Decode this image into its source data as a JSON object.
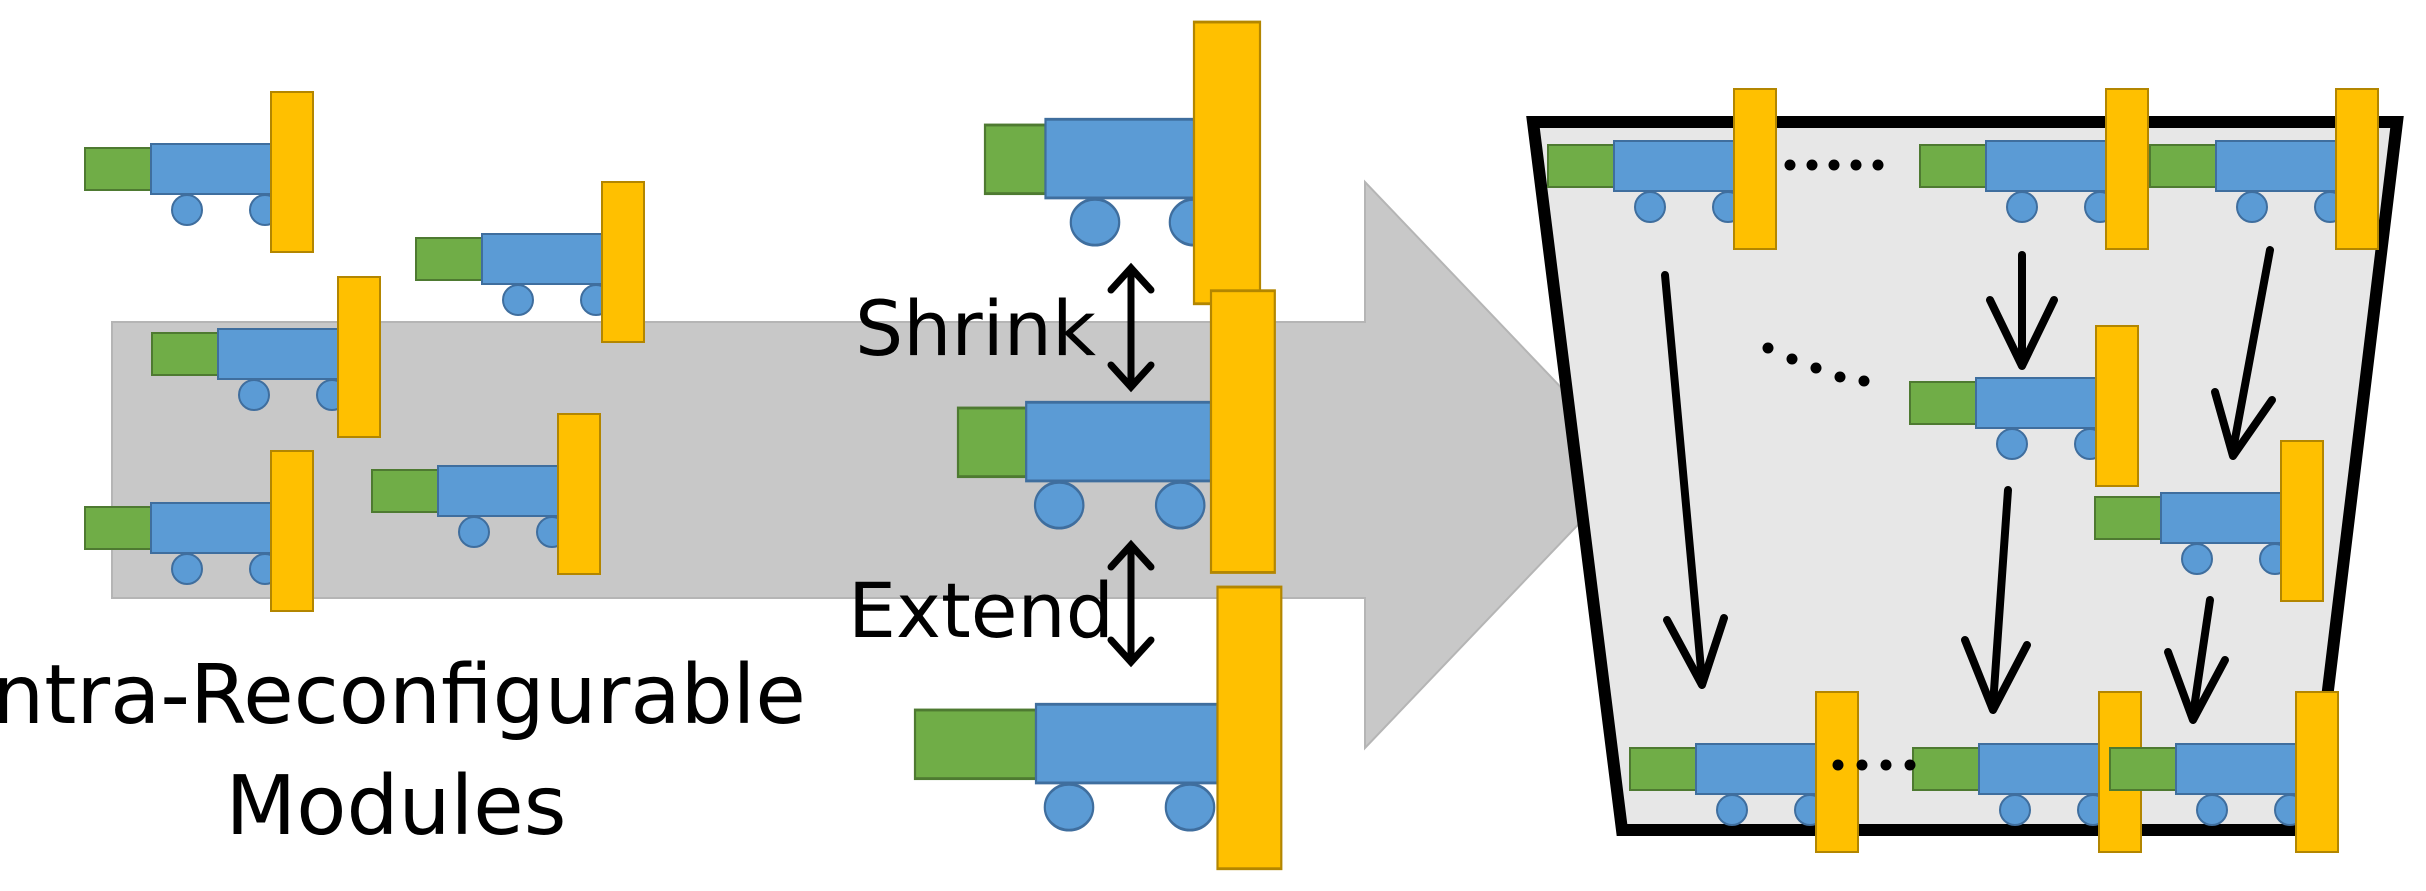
{
  "labels": {
    "shrink": "Shrink",
    "extend": "Extend",
    "caption_line1": "Intra-Reconfigurable",
    "caption_line2": "Modules"
  },
  "colors": {
    "module_body": "#5B9BD5",
    "module_arm": "#70AD47",
    "module_plate": "#FFC000",
    "flow_arrow": "#C8C8C8",
    "container_fill": "#E7E7E7",
    "container_stroke": "#000000"
  }
}
